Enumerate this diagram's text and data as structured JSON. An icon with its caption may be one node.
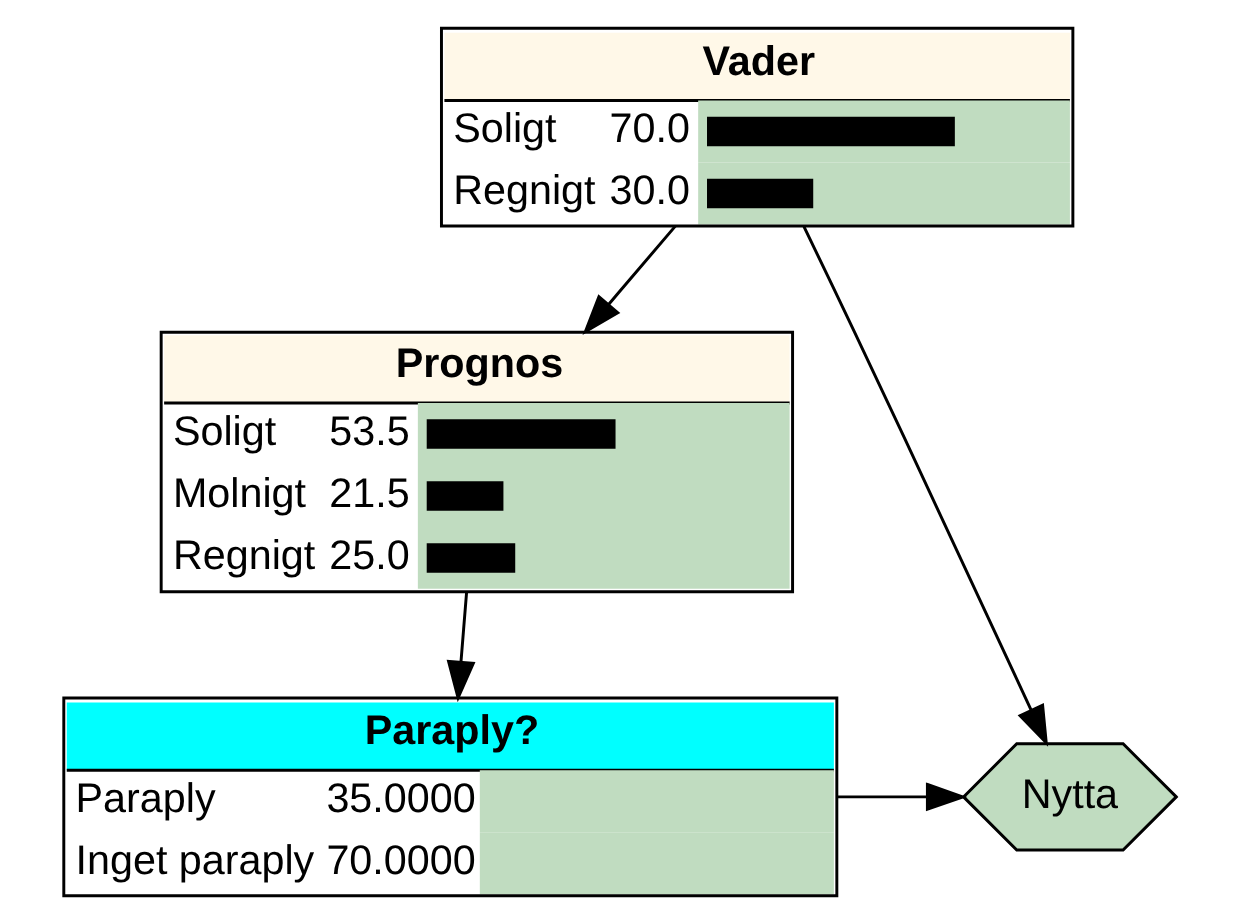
{
  "diagram": {
    "nodes": [
      {
        "text": [
          "Vader",
          "Soligt",
          "70.0",
          "Regnigt",
          "30.0"
        ]
      },
      {
        "text": [
          "Prognos",
          "Soligt",
          "53.5",
          "Molnigt",
          "21.5",
          "Regnigt",
          "25.0"
        ]
      },
      {
        "text": [
          "Paraply?",
          "Paraply",
          "35.0000",
          "Inget paraply",
          "70.0000"
        ]
      },
      {
        "text": [
          "Nytta"
        ]
      }
    ],
    "edges": [
      {
        "from": 0,
        "to": 1,
        "arrow": "to"
      },
      {
        "from": 0,
        "to": 3,
        "arrow": "to"
      },
      {
        "from": 1,
        "to": 2,
        "arrow": "to"
      },
      {
        "from": 2,
        "to": 3,
        "arrow": "to"
      }
    ]
  }
}
